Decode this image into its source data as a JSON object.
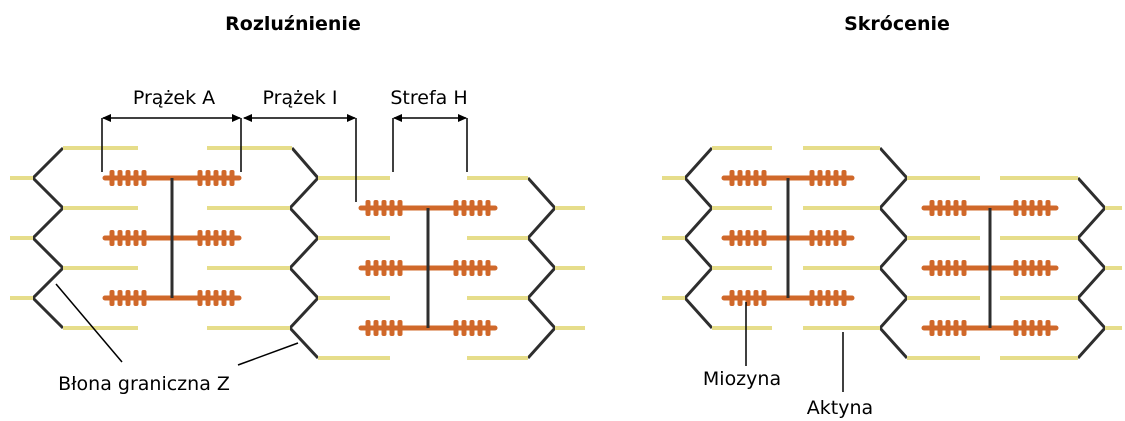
{
  "panels": {
    "relaxed": {
      "title": "Rozluźnienie"
    },
    "contracted": {
      "title": "Skrócenie"
    }
  },
  "labels": {
    "band_a": "Prążek A",
    "band_i": "Prążek I",
    "zone_h": "Strefa H",
    "z_membrane": "Błona graniczna Z",
    "myosin": "Miozyna",
    "actin": "Aktyna"
  },
  "colors": {
    "actin": "#e6dd8a",
    "myosin": "#d0682a",
    "z_line": "#2e2e2e",
    "pointer": "#000000"
  }
}
